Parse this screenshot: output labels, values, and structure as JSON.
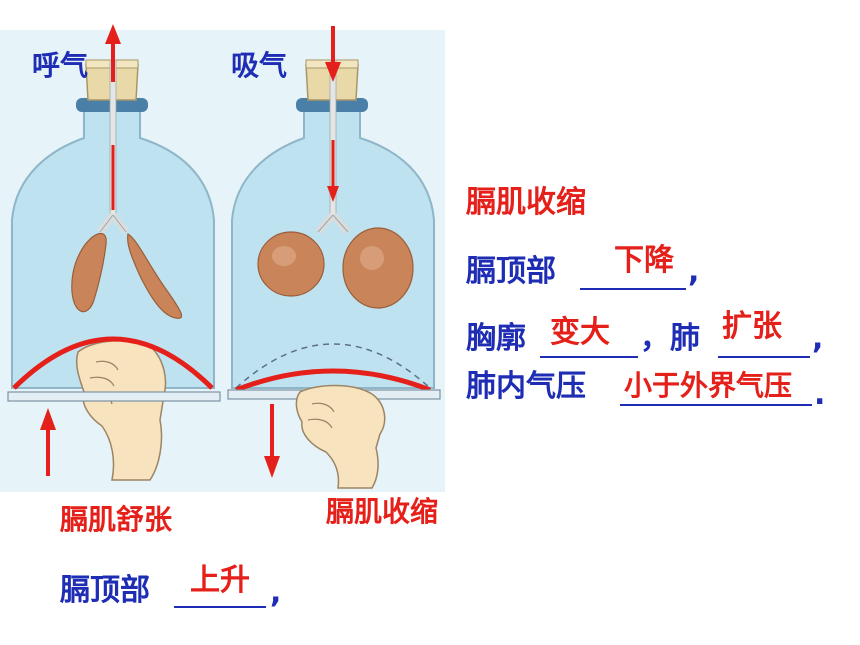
{
  "exhale_label": "呼气",
  "inhale_label": "吸气",
  "right_panel": {
    "title": "膈肌收缩",
    "line1_prefix": "膈顶部",
    "line1_answer": "下降",
    "line1_suffix": ",",
    "line2_prefix": "胸廓",
    "line2_answer": "变大",
    "line2_mid": "，肺",
    "line2_answer2": "扩张",
    "line2_suffix": ",",
    "line3_prefix": "肺内气压",
    "line3_answer": "小于外界气压",
    "line3_suffix": "."
  },
  "bottom_left": {
    "title": "膈肌舒张",
    "line1_prefix": "膈顶部",
    "line1_answer": "上升",
    "line1_suffix": ","
  },
  "bottom_center_label": "膈肌收缩",
  "colors": {
    "red": "#e5201a",
    "blue": "#1e2db4",
    "jar": "#bfe2f0",
    "lung": "#c9845a",
    "hand": "#f7e3bd"
  }
}
